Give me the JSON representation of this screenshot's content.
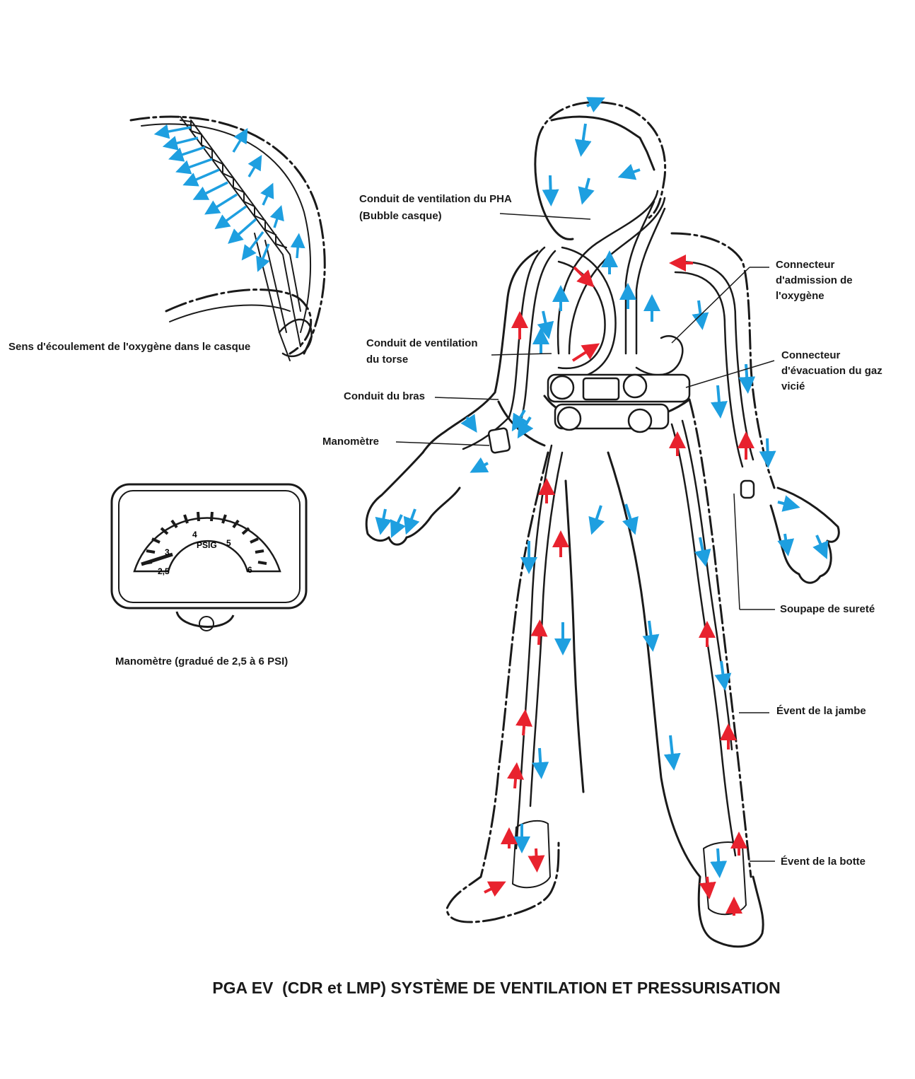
{
  "title": "PGA EV  (CDR et LMP) SYSTÈME DE VENTILATION ET PRESSURISATION",
  "labels": {
    "helmet_flow": "Sens d'écoulement de l'oxygène dans le casque",
    "pha_duct_1": "Conduit de ventilation du PHA",
    "pha_duct_2": "(Bubble casque)",
    "torso_duct_1": "Conduit de ventilation",
    "torso_duct_2": "du torse",
    "arm_duct": "Conduit du bras",
    "gauge": "Manomètre",
    "gauge_caption": "Manomètre (gradué de 2,5 à 6 PSI)",
    "o2_inlet_1": "Connecteur",
    "o2_inlet_2": "d'admission de",
    "o2_inlet_3": "l'oxygène",
    "gas_outlet_1": "Connecteur",
    "gas_outlet_2": "d'évacuation du gaz",
    "gas_outlet_3": "vicié",
    "relief_valve": "Soupape de sureté",
    "leg_vent": "Évent de la jambe",
    "boot_vent": "Évent de la botte"
  },
  "gauge_dial": {
    "unit": "PSIG",
    "ticks": [
      "2,5",
      "3",
      "4",
      "5",
      "6"
    ]
  },
  "colors": {
    "oxygen_flow": "#1e9fe0",
    "exhaust_flow": "#e8222e",
    "line_art": "#1a1a1a"
  }
}
